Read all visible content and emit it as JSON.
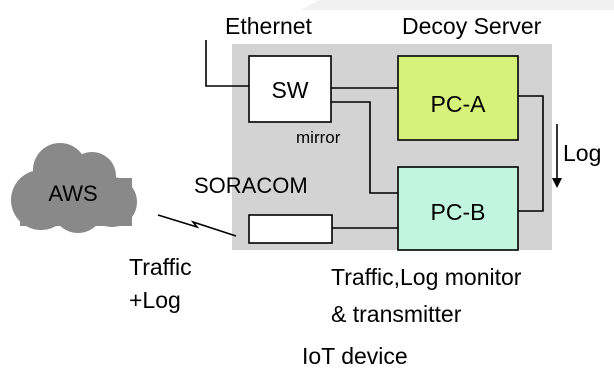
{
  "labels": {
    "ethernet": "Ethernet",
    "decoy_server": "Decoy Server",
    "switch": "SW",
    "mirror": "mirror",
    "pc_a": "PC-A",
    "pc_b": "PC-B",
    "log": "Log",
    "aws": "AWS",
    "soracom": "SORACOM",
    "traffic_log_line1": "Traffic",
    "traffic_log_line2": "+Log",
    "monitor_line1": "Traffic,Log monitor",
    "monitor_line2": "& transmitter",
    "iot_device": "IoT device"
  },
  "colors": {
    "device_panel": "#d3d3d3",
    "pc_a_fill": "#d6f27a",
    "pc_b_fill": "#c2f5de",
    "cloud_fill": "#898989",
    "watermark": "#f1f1f1"
  }
}
